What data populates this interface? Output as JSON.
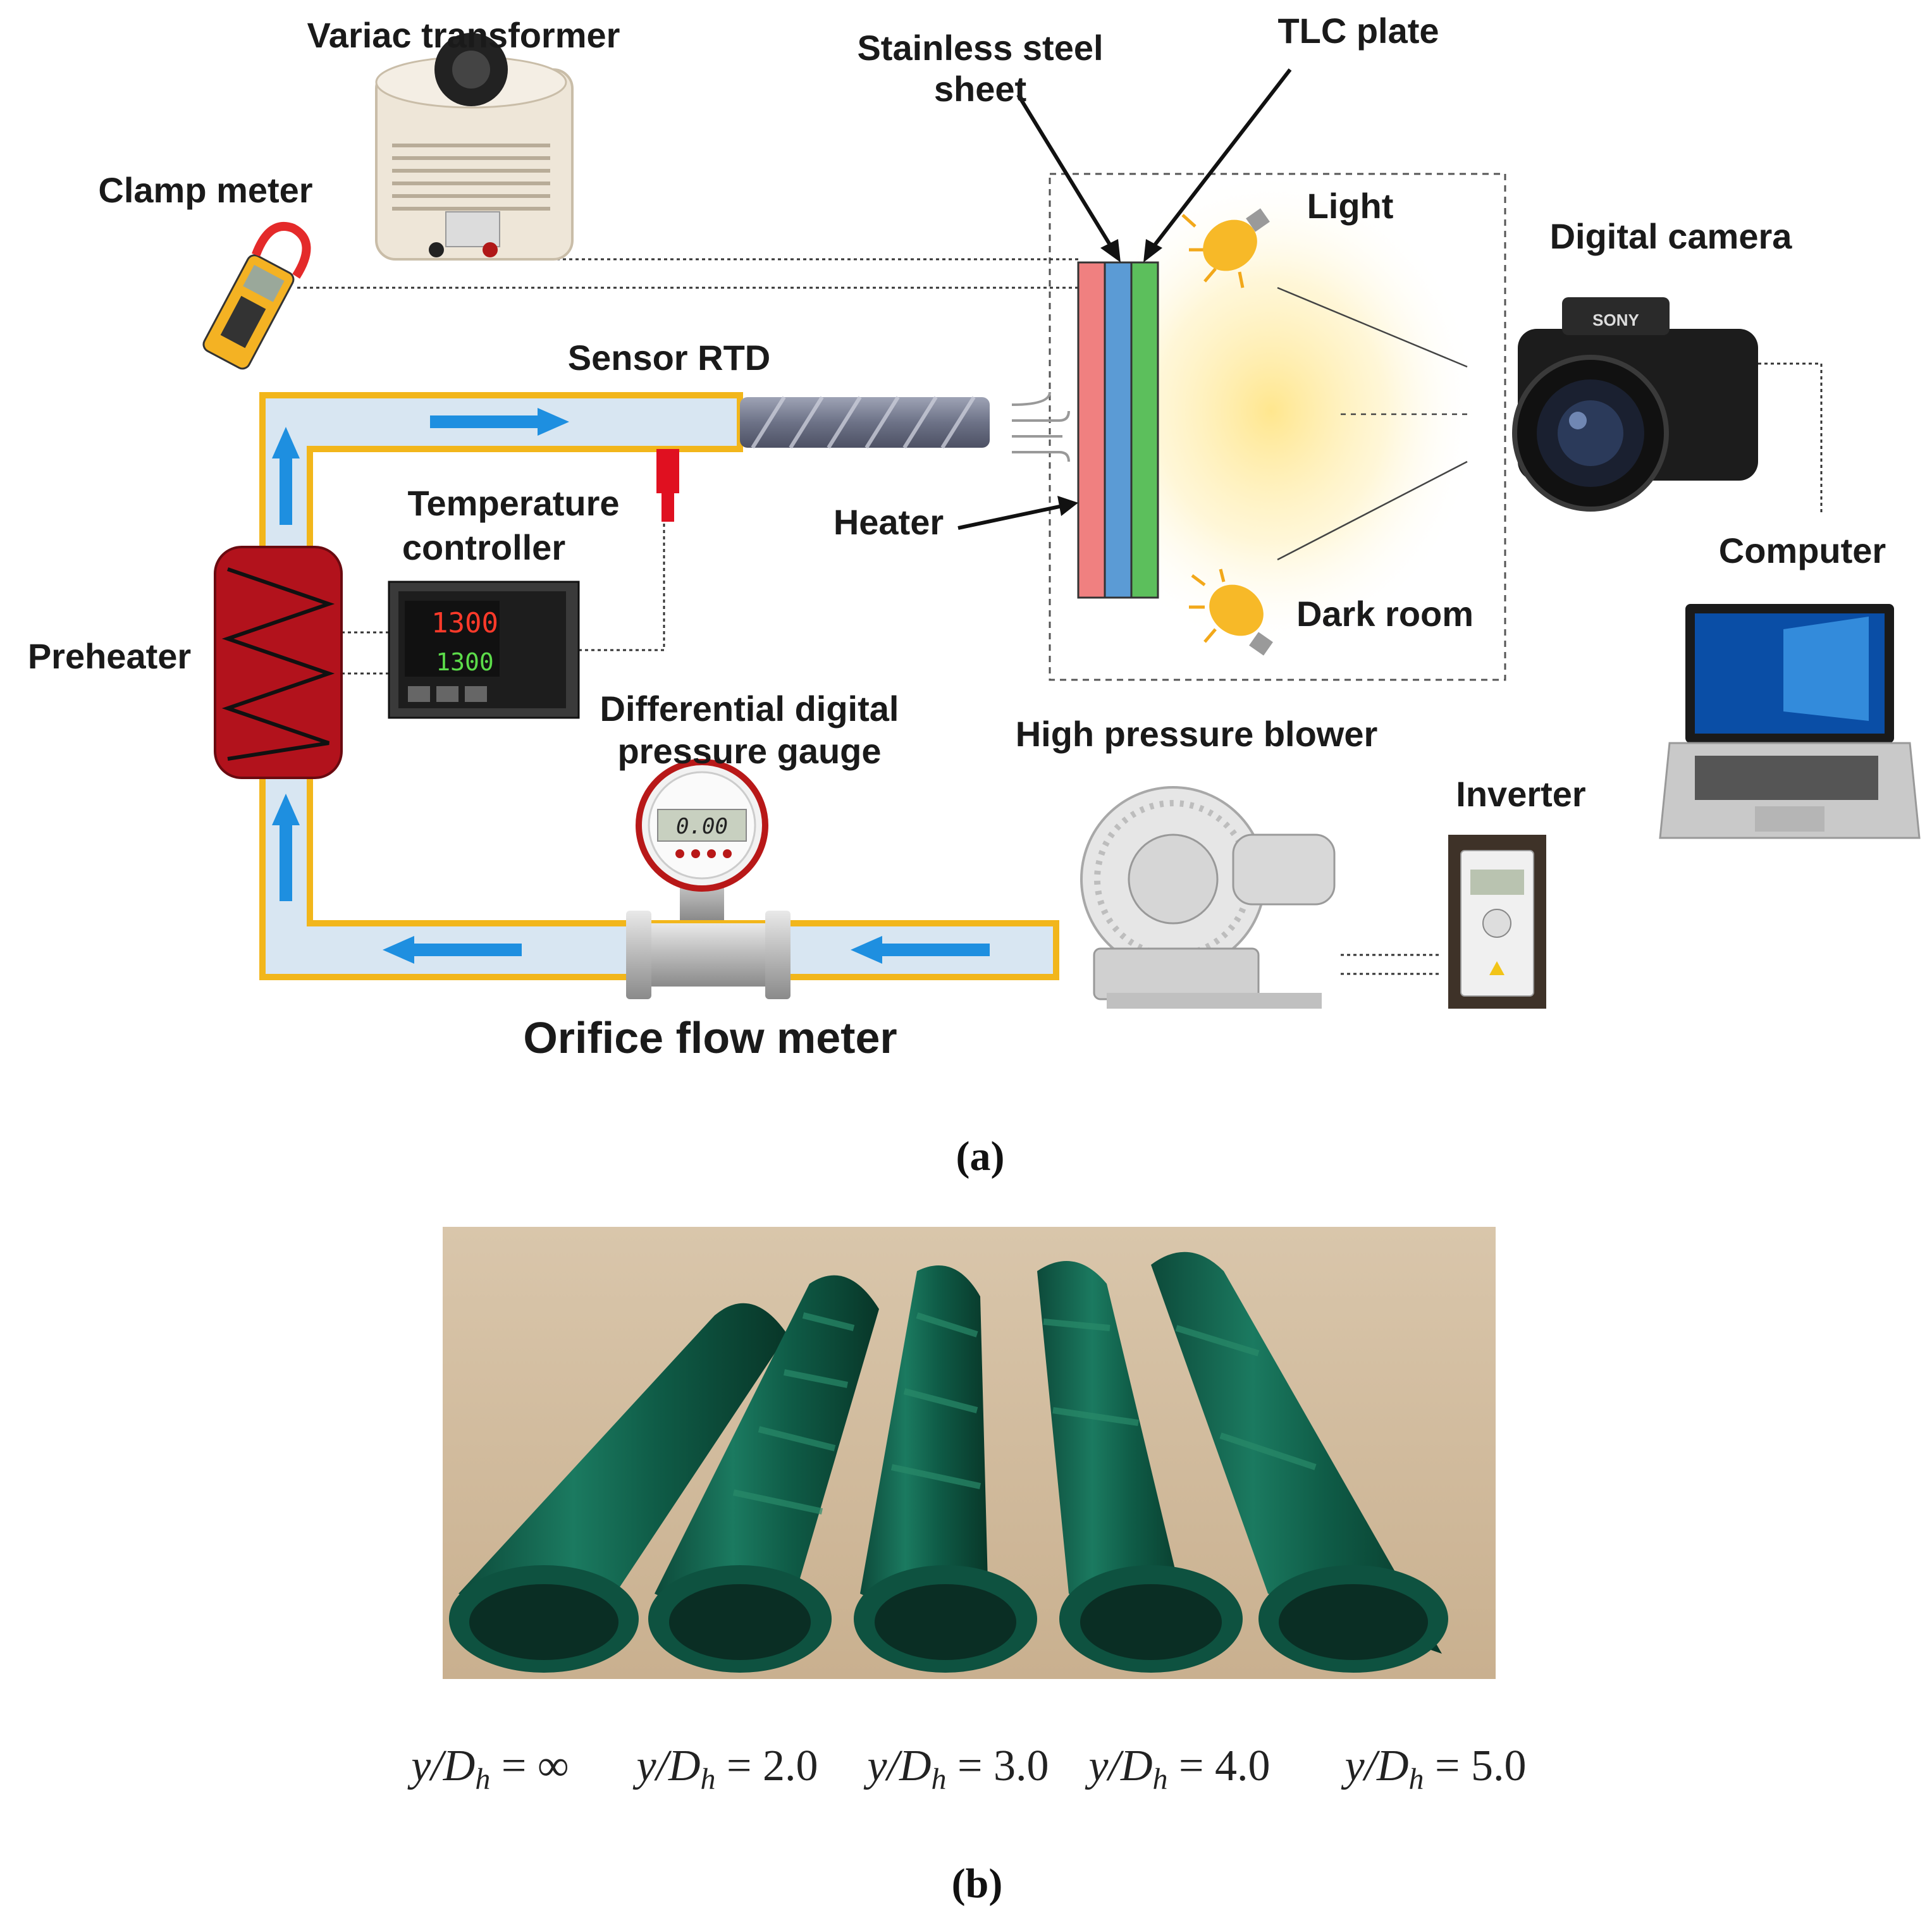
{
  "panel_a": {
    "caption": "(a)",
    "labels": {
      "variac": "Variac transformer",
      "clamp": "Clamp meter",
      "steel_line1": "Stainless steel",
      "steel_line2": "sheet",
      "tlc": "TLC plate",
      "light": "Light",
      "camera": "Digital camera",
      "sensor": "Sensor RTD",
      "temp_line1": "Temperature",
      "temp_line2": "controller",
      "heater": "Heater",
      "computer": "Computer",
      "preheater": "Preheater",
      "dark_room": "Dark room",
      "gauge_line1": "Differential digital",
      "gauge_line2": "pressure gauge",
      "blower": "High pressure blower",
      "inverter": "Inverter",
      "orifice": "Orifice flow meter"
    },
    "displays": {
      "controller_top": "1300",
      "controller_bottom": "1300",
      "gauge_reading": "0.00",
      "camera_brand": "SONY"
    },
    "colors": {
      "pipe_border": "#f2b61b",
      "pipe_fill": "#d8e6f2",
      "flow_arrow": "#1e8fe0",
      "heater_sheet": "#f08080",
      "steel_sheet": "#5b9bd5",
      "tlc_sheet": "#5cbf5c",
      "preheater": "#b2121c"
    }
  },
  "panel_b": {
    "caption": "(b)",
    "tubes": [
      {
        "ratio_prefix": "y/D",
        "ratio_sub": "h",
        "ratio_value": " = ∞"
      },
      {
        "ratio_prefix": "y/D",
        "ratio_sub": "h",
        "ratio_value": " = 2.0"
      },
      {
        "ratio_prefix": "y/D",
        "ratio_sub": "h",
        "ratio_value": " = 3.0"
      },
      {
        "ratio_prefix": "y/D",
        "ratio_sub": "h",
        "ratio_value": " = 4.0"
      },
      {
        "ratio_prefix": "y/D",
        "ratio_sub": "h",
        "ratio_value": " = 5.0"
      }
    ]
  }
}
